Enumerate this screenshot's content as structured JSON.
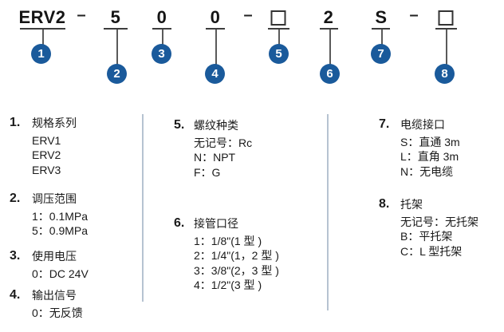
{
  "model_code": {
    "segments": [
      {
        "no": "1",
        "char": "ERV2"
      },
      {
        "no": "2",
        "char": "5"
      },
      {
        "no": "3",
        "char": "0"
      },
      {
        "no": "4",
        "char": "0"
      },
      {
        "no": "5",
        "char": "□"
      },
      {
        "no": "6",
        "char": "2"
      },
      {
        "no": "7",
        "char": "S"
      },
      {
        "no": "8",
        "char": "□"
      }
    ],
    "separators": [
      "–",
      "–",
      "–"
    ]
  },
  "legend": {
    "items": [
      {
        "no": "1.",
        "title": "规格系列",
        "lines": [
          "ERV1",
          "ERV2",
          "ERV3"
        ]
      },
      {
        "no": "2.",
        "title": "调压范围",
        "lines": [
          "1：0.1MPa",
          "5：0.9MPa"
        ]
      },
      {
        "no": "3.",
        "title": "使用电压",
        "lines": [
          "0：DC 24V"
        ]
      },
      {
        "no": "4.",
        "title": "输出信号",
        "lines": [
          "0：无反馈"
        ]
      },
      {
        "no": "5.",
        "title": "螺纹种类",
        "lines": [
          "无记号：Rc",
          "N：NPT",
          "F：G"
        ]
      },
      {
        "no": "6.",
        "title": "接管口径",
        "lines": [
          "1：1/8\"(1 型 )",
          "2：1/4\"(1，2 型 )",
          "3：3/8\"(2，3 型 )",
          "4：1/2\"(3 型 )"
        ]
      },
      {
        "no": "7.",
        "title": "电缆接口",
        "lines": [
          "S：直通 3m",
          "L：直角 3m",
          "N：无电缆"
        ]
      },
      {
        "no": "8.",
        "title": "托架",
        "lines": [
          "无记号：无托架",
          "B：平托架",
          "C：L 型托架"
        ]
      }
    ]
  },
  "colors": {
    "circle_blue": "#1a5a9b",
    "divider": "#b6c3d1",
    "text": "#1a1a1a"
  }
}
